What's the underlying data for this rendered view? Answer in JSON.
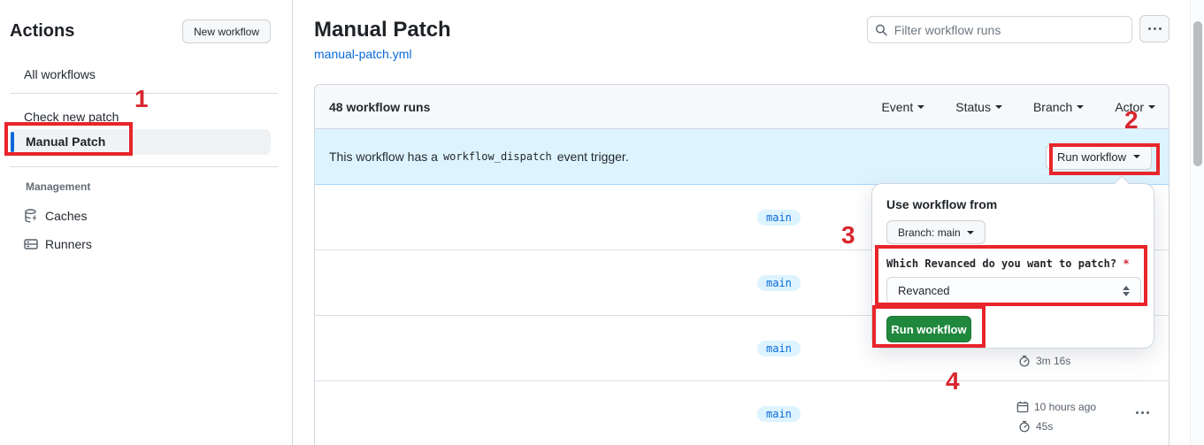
{
  "colors": {
    "accent_blue": "#0969da",
    "banner_bg": "#ddf4ff",
    "badge_bg": "#ddf4ff",
    "success_green": "#1f883d",
    "annotation_red": "#e8252a",
    "tab_indicator_orange": "#fd8c73"
  },
  "sidebar": {
    "title": "Actions",
    "new_workflow_button": "New workflow",
    "items": [
      {
        "label": "All workflows"
      },
      {
        "label": "Check new patch"
      },
      {
        "label": "Manual Patch"
      }
    ],
    "management_label": "Management",
    "management_items": [
      {
        "label": "Caches"
      },
      {
        "label": "Runners"
      }
    ]
  },
  "header": {
    "title": "Manual Patch",
    "file_link": "manual-patch.yml",
    "search_placeholder": "Filter workflow runs"
  },
  "runs_card": {
    "count_label": "48 workflow runs",
    "filters": [
      {
        "label": "Event"
      },
      {
        "label": "Status"
      },
      {
        "label": "Branch"
      },
      {
        "label": "Actor"
      }
    ],
    "banner": {
      "text_before": "This workflow has a",
      "code": "workflow_dispatch",
      "text_after": "event trigger.",
      "run_workflow_button": "Run workflow"
    },
    "rows": [
      {
        "branch": "main"
      },
      {
        "branch": "main"
      },
      {
        "branch": "main",
        "duration": "3m 16s"
      },
      {
        "branch": "main",
        "date": "10 hours ago",
        "duration": "45s"
      }
    ]
  },
  "run_dialog": {
    "use_workflow_from": "Use workflow from",
    "branch_selector": "Branch: main",
    "input_label": "Which Revanced do you want to patch?",
    "required_marker": "*",
    "input_value": "Revanced",
    "submit_button": "Run workflow"
  },
  "annotations": {
    "step1": "1",
    "step2": "2",
    "step3": "3",
    "step4": "4"
  }
}
